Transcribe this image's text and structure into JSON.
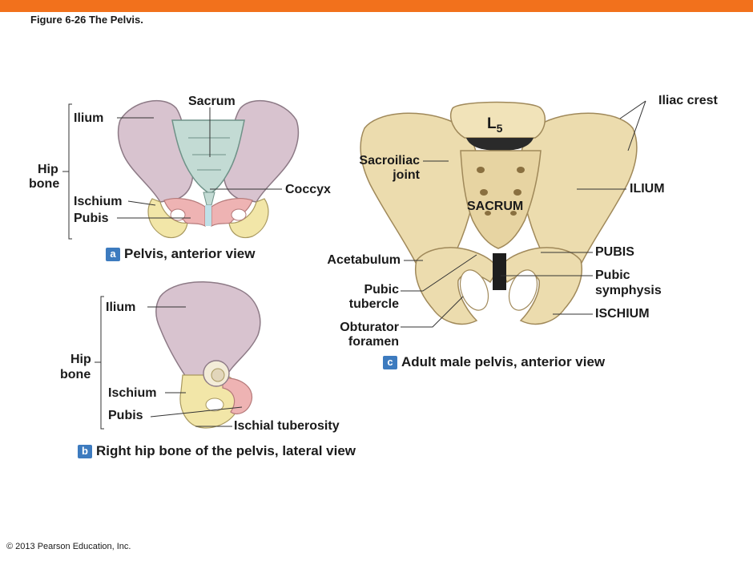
{
  "header": {
    "figure_title": "Figure 6-26  The Pelvis."
  },
  "panel_a": {
    "badge": "a",
    "caption": "Pelvis, anterior view",
    "labels": {
      "sacrum": "Sacrum",
      "ilium": "Ilium",
      "hip": "Hip",
      "bone": "bone",
      "ischium": "Ischium",
      "pubis": "Pubis",
      "coccyx": "Coccyx"
    }
  },
  "panel_b": {
    "badge": "b",
    "caption": "Right hip bone of the pelvis, lateral view",
    "labels": {
      "ilium": "Ilium",
      "hip": "Hip",
      "bone": "bone",
      "ischium": "Ischium",
      "pubis": "Pubis",
      "ischial_tuberosity": "Ischial tuberosity"
    }
  },
  "panel_c": {
    "badge": "c",
    "caption": "Adult male pelvis, anterior view",
    "labels": {
      "iliac_crest": "Iliac crest",
      "l5": "L",
      "l5_sub": "5",
      "sacroiliac": "Sacroiliac",
      "joint": "joint",
      "ilium": "ILIUM",
      "sacrum": "SACRUM",
      "acetabulum": "Acetabulum",
      "pubis": "PUBIS",
      "pubic": "Pubic",
      "symphysis": "symphysis",
      "pubic_t": "Pubic",
      "tubercle": "tubercle",
      "ischium": "ISCHIUM",
      "obturator": "Obturator",
      "foramen": "foramen"
    }
  },
  "footer": {
    "copyright": "© 2013 Pearson Education, Inc."
  },
  "colors": {
    "ilium": "#d8c3cf",
    "ischium": "#f2e6a8",
    "pubis": "#eeb3b3",
    "sacrum": "#c3dbd4",
    "bone": "#ecdcae",
    "badge": "#3d7bbf",
    "accent": "#f2711c"
  }
}
